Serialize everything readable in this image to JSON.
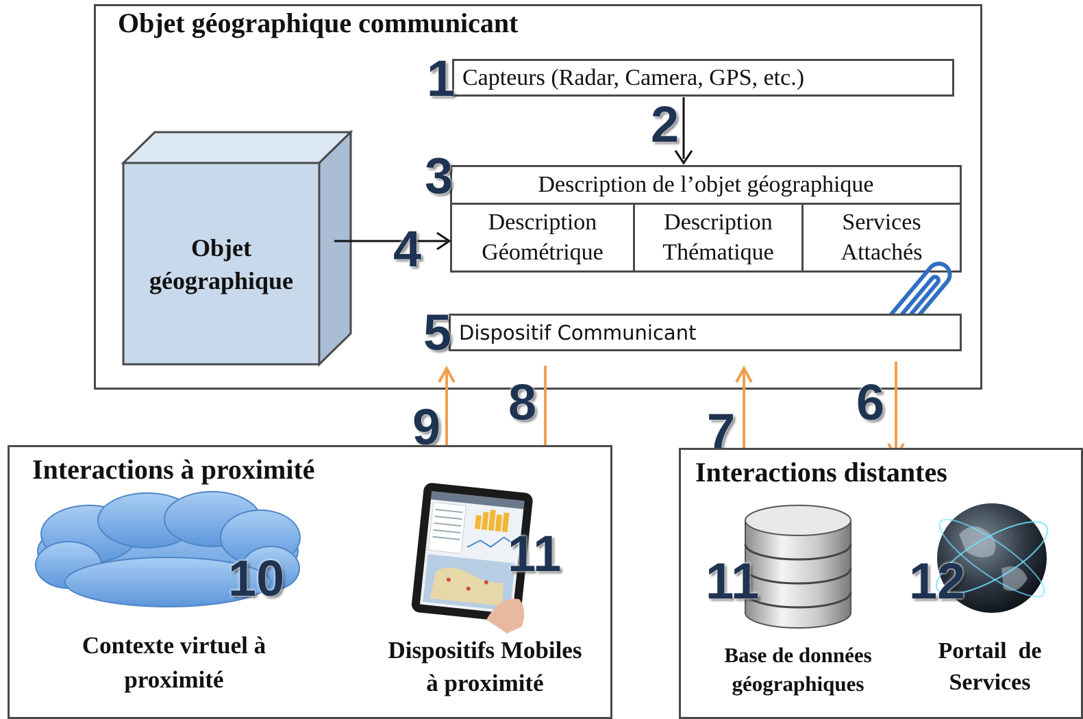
{
  "main_panel": {
    "title": "Objet géographique communicant"
  },
  "cube": {
    "line1": "Objet",
    "line2": "géographique"
  },
  "sensors": {
    "number": "1",
    "label": "Capteurs (Radar, Camera, GPS, etc.)"
  },
  "arrow2": {
    "number": "2"
  },
  "description": {
    "number": "3",
    "title": "Description de l’objet géographique",
    "cells": [
      {
        "line1": "Description",
        "line2": "Géométrique"
      },
      {
        "line1": "Description",
        "line2": "Thématique"
      },
      {
        "line1": "Services",
        "line2": "Attachés"
      }
    ]
  },
  "arrow4": {
    "number": "4"
  },
  "device": {
    "number": "5",
    "label": "Dispositif Communicant"
  },
  "flows": {
    "n6": "6",
    "n7": "7",
    "n8": "8",
    "n9": "9"
  },
  "proximity": {
    "title": "Interactions à proximité",
    "cloud": {
      "number": "10",
      "line1": "Contexte virtuel à",
      "line2": "proximité"
    },
    "mobile": {
      "number": "11",
      "line1": "Dispositifs Mobiles",
      "line2": "à proximité"
    }
  },
  "remote": {
    "title": "Interactions distantes",
    "database": {
      "number": "11",
      "line1": "Base de données",
      "line2": "géographiques"
    },
    "portal": {
      "number": "12",
      "line1": "Portail  de",
      "line2": "Services"
    }
  },
  "colors": {
    "arrow_orange": "#f0a050",
    "cube_fill": "#c9d9ec",
    "number_color": "#1f3352",
    "cloud_fill": "#7fb2ea"
  }
}
